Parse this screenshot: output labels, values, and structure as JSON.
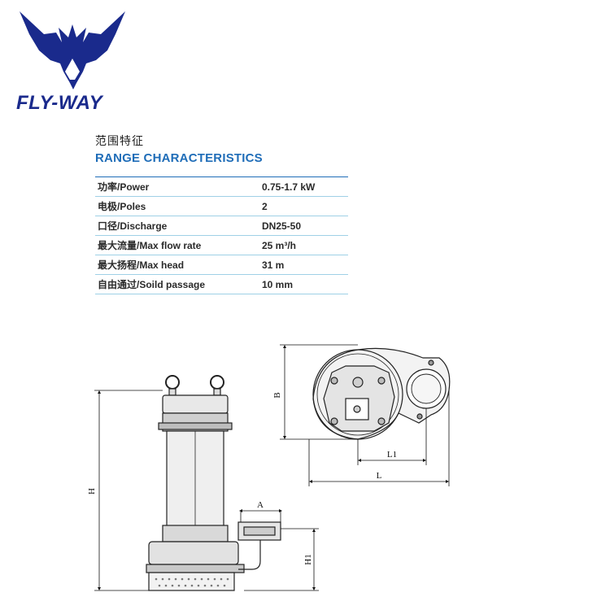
{
  "brand": {
    "name": "FLY-WAY",
    "primary": "#1a2a8c",
    "accent": "#1f6db8"
  },
  "heading": {
    "cn": "范围特征",
    "en": "RANGE CHARACTERISTICS"
  },
  "specs": [
    {
      "label": "功率/Power",
      "value": "0.75-1.7 kW"
    },
    {
      "label": "电极/Poles",
      "value": "2"
    },
    {
      "label": "口径/Discharge",
      "value": "DN25-50"
    },
    {
      "label": "最大流量/Max flow rate",
      "value": "25 m³/h"
    },
    {
      "label": "最大扬程/Max head",
      "value": "31 m"
    },
    {
      "label": "自由通过/Soild passage",
      "value": "10 mm"
    }
  ],
  "dimensions": {
    "h": "H",
    "h1": "H1",
    "a": "A",
    "b": "B",
    "l": "L",
    "l1": "L1"
  }
}
